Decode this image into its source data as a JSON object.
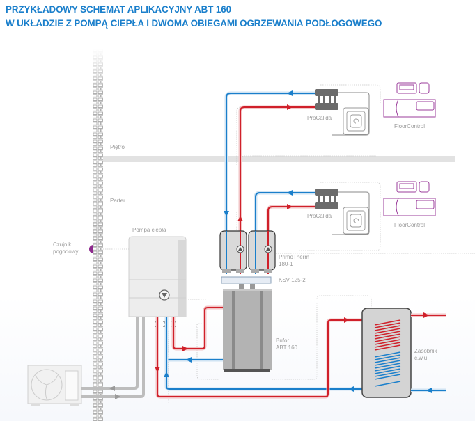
{
  "header": {
    "title_line1": "PRZYKŁADOWY SCHEMAT APLIKACYJNY ABT 160",
    "title_line2": "W UKŁADZIE Z POMPĄ CIEPŁA I DWOMA OBIEGAMI OGRZEWANIA PODŁOGOWEGO"
  },
  "colors": {
    "title": "#1a7fcb",
    "hot_pipe": "#d0202a",
    "cold_pipe": "#1a7fcb",
    "refrigerant_pipe": "#bdbdbd",
    "controller": "#9b3c9b",
    "sensor": "#8e2a8e"
  },
  "zones": {
    "upper_floor": "Piętro",
    "ground_floor": "Parter"
  },
  "components": {
    "weather_sensor": {
      "line1": "Czujnik",
      "line2": "pogodowy"
    },
    "heat_pump": "Pompa ciepła",
    "procalida_upper": "ProCalida",
    "procalida_lower": "ProCalida",
    "floorcontrol_upper": "FloorControl",
    "floorcontrol_lower": "FloorControl",
    "pump_group": {
      "line1": "PrimoTherm",
      "line2": "180-1"
    },
    "distributor": "KSV 125-2",
    "buffer": {
      "line1": "Bufor",
      "line2": "ABT 160"
    },
    "dhw_tank": {
      "line1": "Zasobnik",
      "line2": "c.w.u."
    }
  }
}
